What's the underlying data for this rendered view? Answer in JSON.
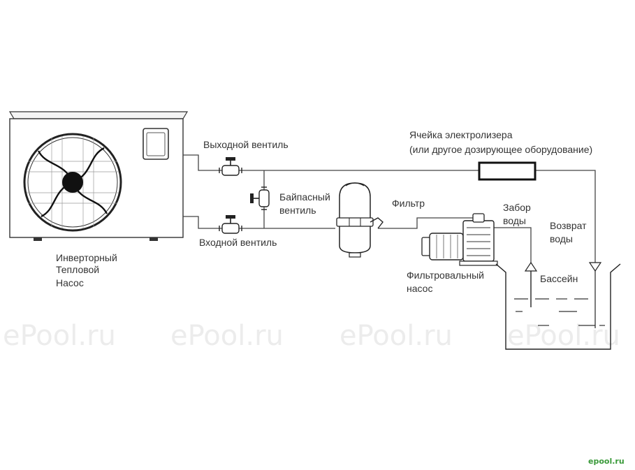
{
  "labels": {
    "heat_pump": [
      "Инверторный",
      "Тепловой",
      "Насос"
    ],
    "outlet_valve": "Выходной вентиль",
    "inlet_valve": "Входной вентиль",
    "bypass_valve": [
      "Байпасный",
      "вентиль"
    ],
    "filter": "Фильтр",
    "electrolyzer": [
      "Ячейка электролизера",
      "(или другое дозирующее оборудование)"
    ],
    "intake": [
      "Забор",
      "воды"
    ],
    "return": [
      "Возврат",
      "воды"
    ],
    "pump": [
      "Фильтровальный",
      "насос"
    ],
    "pool": "Бассейн"
  },
  "watermark": {
    "text": "ePool.ru",
    "logo": "epool.ru"
  }
}
